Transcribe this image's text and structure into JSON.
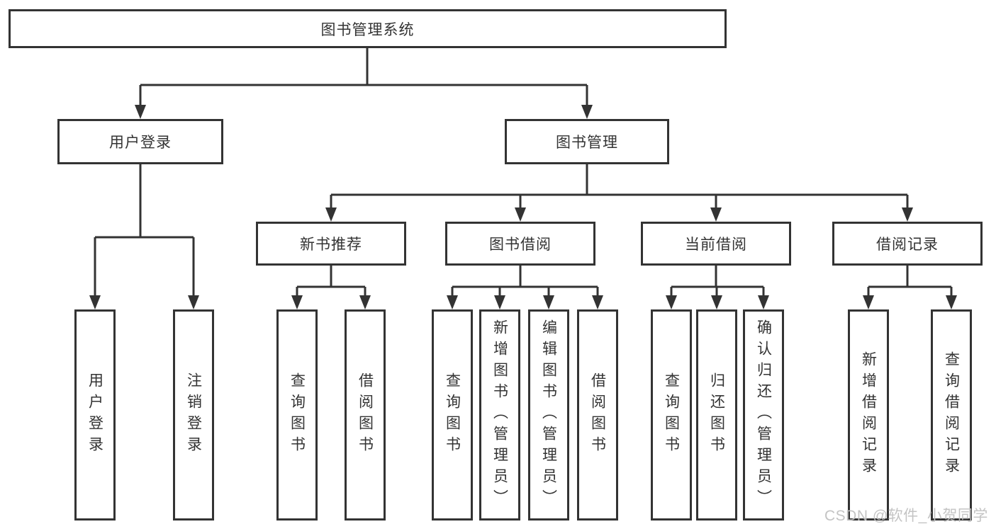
{
  "tree": {
    "label": "图书管理系统",
    "children": [
      {
        "label": "用户登录",
        "children": [
          {
            "label": "用户登录"
          },
          {
            "label": "注销登录"
          }
        ]
      },
      {
        "label": "图书管理",
        "children": [
          {
            "label": "新书推荐",
            "children": [
              {
                "label": "查询图书"
              },
              {
                "label": "借阅图书"
              }
            ]
          },
          {
            "label": "图书借阅",
            "children": [
              {
                "label": "查询图书"
              },
              {
                "label": "新增图书（管理员）"
              },
              {
                "label": "编辑图书（管理员）"
              },
              {
                "label": "借阅图书"
              }
            ]
          },
          {
            "label": "当前借阅",
            "children": [
              {
                "label": "查询图书"
              },
              {
                "label": "归还图书"
              },
              {
                "label": "确认归还（管理员）"
              }
            ]
          },
          {
            "label": "借阅记录",
            "children": [
              {
                "label": "新增借阅记录"
              },
              {
                "label": "查询借阅记录"
              }
            ]
          }
        ]
      }
    ]
  },
  "watermark": {
    "text": "CSDN @软件_小贺同学"
  },
  "colors": {
    "line": "#333333",
    "box_border": "#333333",
    "box_background": "#ffffff",
    "page_background": "#ffffff",
    "text": "#333333",
    "watermark": "#c1c1c1"
  }
}
